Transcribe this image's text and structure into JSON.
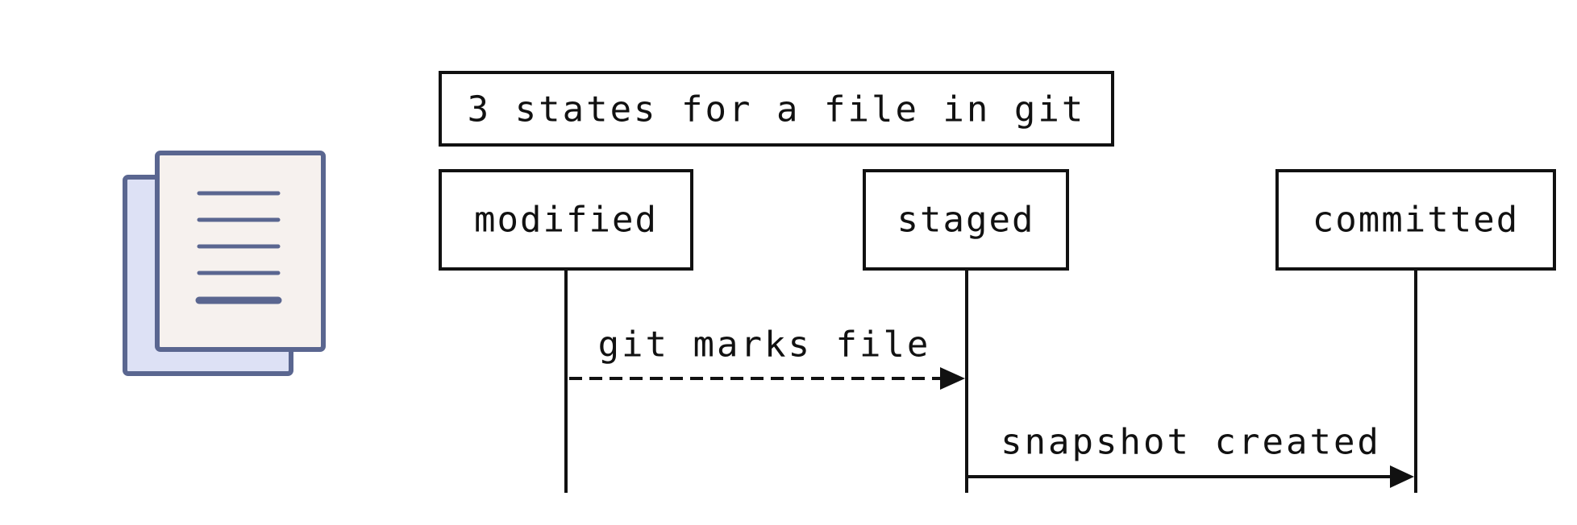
{
  "title": "3 states for a file in git",
  "states": [
    {
      "label": "modified"
    },
    {
      "label": "staged"
    },
    {
      "label": "committed"
    }
  ],
  "transitions": [
    {
      "from": "modified",
      "to": "staged",
      "label": "git marks file",
      "style": "dashed"
    },
    {
      "from": "staged",
      "to": "committed",
      "label": "snapshot created",
      "style": "solid"
    }
  ],
  "icons": {
    "document": "document-stack-icon"
  },
  "colors": {
    "ink": "#111111",
    "icon_stroke": "#5a6690",
    "icon_back_fill": "#dde1f5",
    "icon_front_fill": "#f6f1ee"
  }
}
